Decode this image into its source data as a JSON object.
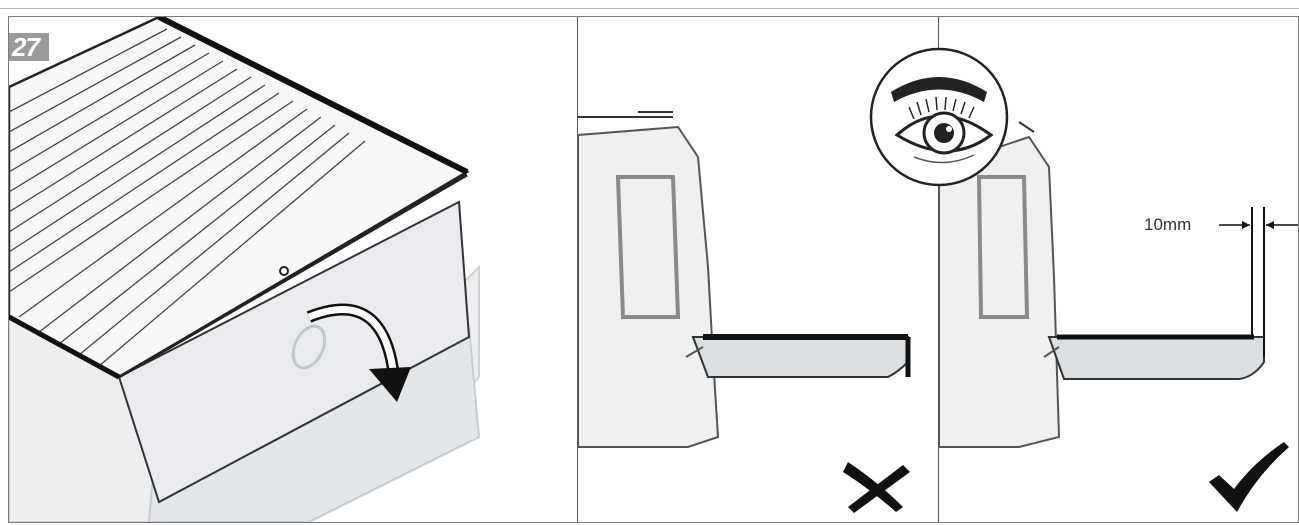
{
  "step": {
    "number": "27"
  },
  "panels": [
    {
      "name": "lid-closing-overview"
    },
    {
      "name": "incorrect-gap",
      "status": "cross-icon"
    },
    {
      "name": "correct-gap",
      "status": "check-icon",
      "measurement": "10mm"
    }
  ],
  "inspection_icon": "eye-icon",
  "colors": {
    "line": "#222222",
    "fill_light": "#eef0f2",
    "fill_mid": "#dcdfe2",
    "badge": "#9a9a9a"
  }
}
